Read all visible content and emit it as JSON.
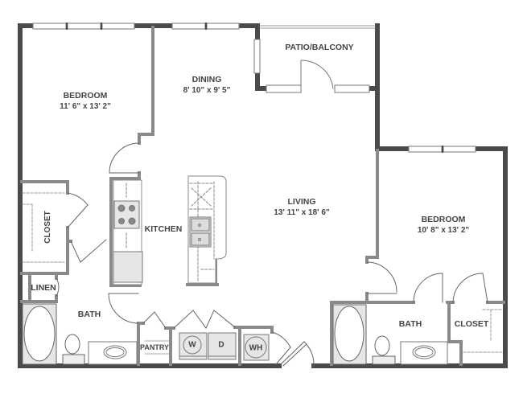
{
  "floorplan": {
    "colors": {
      "exterior_wall": "#4a4a4a",
      "interior_wall": "#8a8a8a",
      "fixture_fill": "#e6e6e6",
      "text": "#444444",
      "background": "#ffffff"
    },
    "rooms": {
      "bedroom_1": {
        "name": "BEDROOM",
        "dimensions": "11' 6\" x 13' 2\""
      },
      "dining": {
        "name": "DINING",
        "dimensions": "8' 10\" x 9' 5\""
      },
      "patio": {
        "name": "PATIO/BALCONY"
      },
      "living": {
        "name": "LIVING",
        "dimensions": "13' 11\" x 18' 6\""
      },
      "bedroom_2": {
        "name": "BEDROOM",
        "dimensions": "10' 8\" x 13' 2\""
      },
      "kitchen": {
        "name": "KITCHEN"
      },
      "closet_1": {
        "name": "CLOSET"
      },
      "linen": {
        "name": "LINEN"
      },
      "bath_1": {
        "name": "BATH"
      },
      "pantry": {
        "name": "PANTRY"
      },
      "bath_2": {
        "name": "BATH"
      },
      "closet_2": {
        "name": "CLOSET"
      }
    },
    "appliances": {
      "washer": "W",
      "dryer": "D",
      "water_heater": "WH"
    }
  }
}
